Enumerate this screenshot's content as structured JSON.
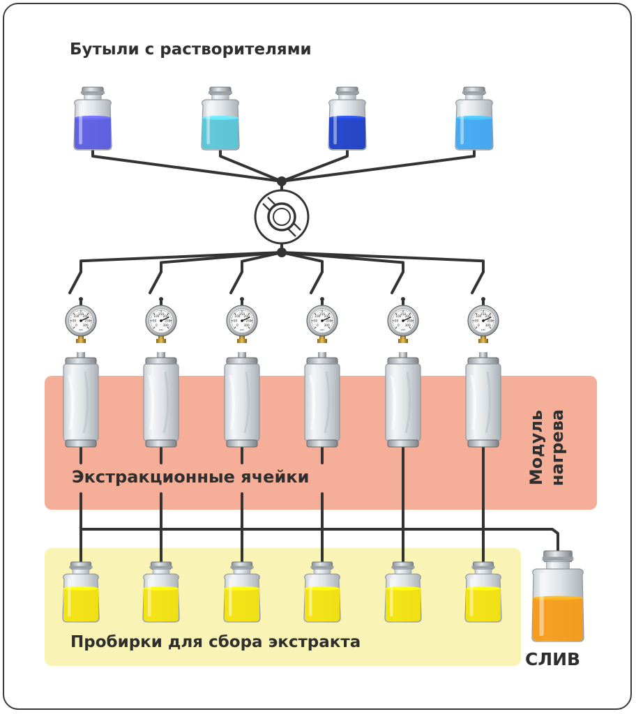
{
  "title": "Бутыли с растворителями",
  "cells_label": "Экстракционные ячейки",
  "heating_module": {
    "line1": "Модуль",
    "line2": "нагрева"
  },
  "tubes_label": "Пробирки для сбора экстракта",
  "drain_label": "СЛИВ",
  "gauge_scale": {
    "ticks": [
      "0",
      "50",
      "100",
      "150",
      "200",
      "250",
      "300"
    ],
    "unit": "psi"
  },
  "colors": {
    "solvents": [
      "#5b5ce0",
      "#59c4d8",
      "#1d3fc8",
      "#3fa8f2"
    ],
    "heating_zone": "#f5ae97",
    "collection_zone": "#faf3b6",
    "extract": "#f2e20c",
    "drain": "#f59a18",
    "lines": "#333333"
  },
  "counts": {
    "solvent_bottles": 4,
    "cells": 6,
    "collection_tubes": 6
  }
}
